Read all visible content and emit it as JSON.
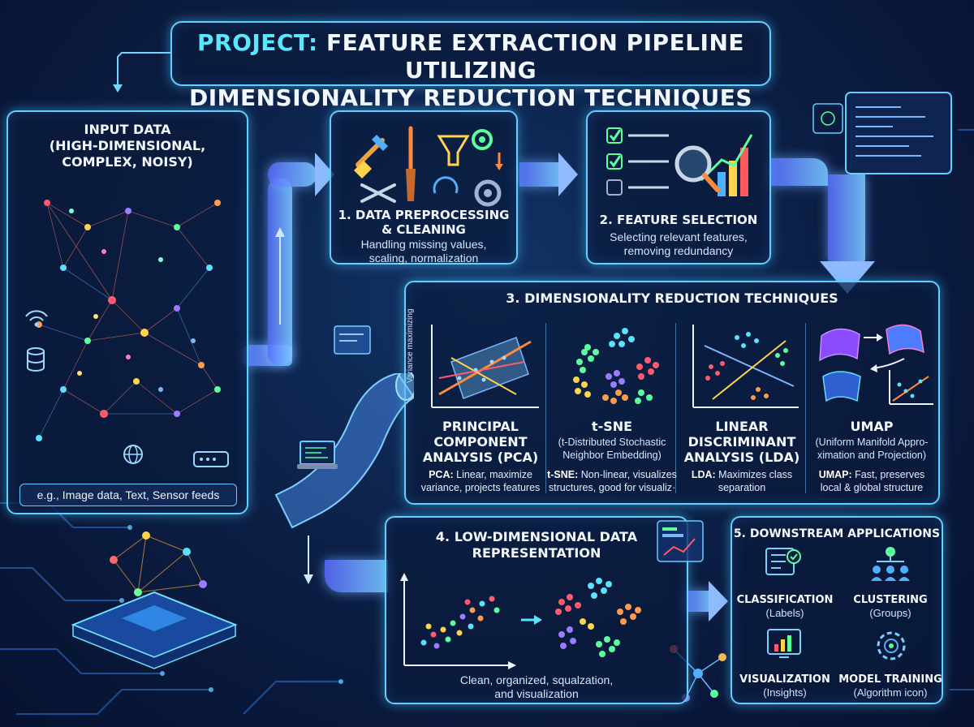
{
  "title": {
    "accent": "PROJECT:",
    "line1": "FEATURE EXTRACTION PIPELINE UTILIZING",
    "line2": "DIMENSIONALITY REDUCTION TECHNIQUES"
  },
  "input": {
    "title_line1": "INPUT DATA",
    "title_line2": "(HIGH-DIMENSIONAL,",
    "title_line3": "COMPLEX, NOISY)",
    "examples": "e.g., Image data, Text, Sensor feeds"
  },
  "steps": {
    "preprocess": {
      "title_line1": "1. DATA PREPROCESSING",
      "title_line2": "& CLEANING",
      "desc_line1": "Handling missing values,",
      "desc_line2": "scaling, normalization"
    },
    "selection": {
      "title": "2. FEATURE SELECTION",
      "desc_line1": "Selecting relevant features,",
      "desc_line2": "removing redundancy"
    },
    "reduction": {
      "title": "3. DIMENSIONALITY REDUCTION TECHNIQUES",
      "axis_label": "Variance maximizing",
      "techniques": [
        {
          "name_line1": "PRINCIPAL",
          "name_line2": "COMPONENT",
          "name_line3": "ANALYSIS (PCA)",
          "desc_bold": "PCA:",
          "desc_line1": "Linear, maximize",
          "desc_line2": "variance, projects features"
        },
        {
          "name_line1": "t-SNE",
          "full_line1": "(t-Distributed Stochastic",
          "full_line2": "Neighbor Embedding)",
          "desc_bold": "t-SNE:",
          "desc_line1": "Non-linear, visualizes",
          "desc_line2": "structures, good for visualiz·"
        },
        {
          "name_line1": "LINEAR",
          "name_line2": "DISCRIMINANT",
          "name_line3": "ANALYSIS (LDA)",
          "desc_bold": "LDA:",
          "desc_line1": "Maximizes class",
          "desc_line2": "separation"
        },
        {
          "name_line1": "UMAP",
          "full_line1": "(Uniform Manifold Appro-",
          "full_line2": "ximation and Projection)",
          "desc_bold": "UMAP:",
          "desc_line1": "Fast, preserves",
          "desc_line2": "local & global structure"
        }
      ]
    },
    "lowdim": {
      "title_line1": "4. LOW-DIMENSIONAL DATA",
      "title_line2": "REPRESENTATION",
      "desc_line1": "Clean, organized, squalzation,",
      "desc_line2": "and visualization"
    },
    "downstream": {
      "title": "5. DOWNSTREAM APPLICATIONS",
      "apps": [
        {
          "label": "CLASSIFICATION",
          "sub": "(Labels)"
        },
        {
          "label": "CLUSTERING",
          "sub": "(Groups)"
        },
        {
          "label": "VISUALIZATION",
          "sub": "(Insights)"
        },
        {
          "label": "MODEL TRAINING",
          "sub": "(Algorithm icon)"
        }
      ]
    }
  },
  "colors": {
    "border": "#5fd0ff",
    "accent": "#59e7ff",
    "flow": "#7a8cff",
    "background": "#0b1d42"
  }
}
